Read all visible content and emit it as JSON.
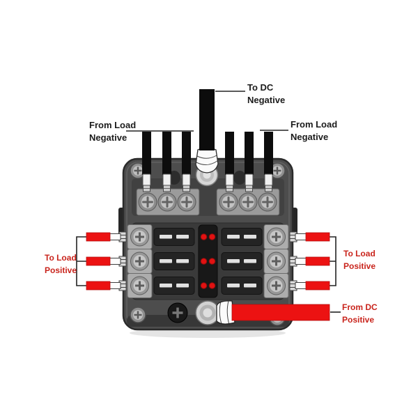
{
  "page": {
    "type": "product-wiring-diagram",
    "subject": "6-way blade fuse block with LED indicators, negative bus and wiring labels",
    "background": "#ffffff"
  },
  "colors": {
    "wire_red": "#ec1212",
    "label_red": "#c9241c",
    "label_black": "#1b1b1b",
    "leader_line": "#222222"
  },
  "labels": {
    "to_dc_negative": {
      "line1": "To DC",
      "line2": "Negative"
    },
    "from_load_negative_left": {
      "line1": "From Load",
      "line2": "Negative"
    },
    "from_load_negative_right": {
      "line1": "From Load",
      "line2": "Negative"
    },
    "to_load_positive_left": {
      "line1": "To Load",
      "line2": "Positive"
    },
    "to_load_positive_right": {
      "line1": "To Load",
      "line2": "Positive"
    },
    "from_dc_positive": {
      "line1": "From DC",
      "line2": "Positive"
    }
  },
  "diagram": {
    "fuse_rows": 3,
    "fuse_columns": 2,
    "led_indicators_per_fuse_row": 2,
    "top_black_load_negative_wires": 6,
    "side_red_load_positive_wires": 6,
    "center_dc_negative_wire": 1,
    "dc_positive_feed_wire": 1
  }
}
